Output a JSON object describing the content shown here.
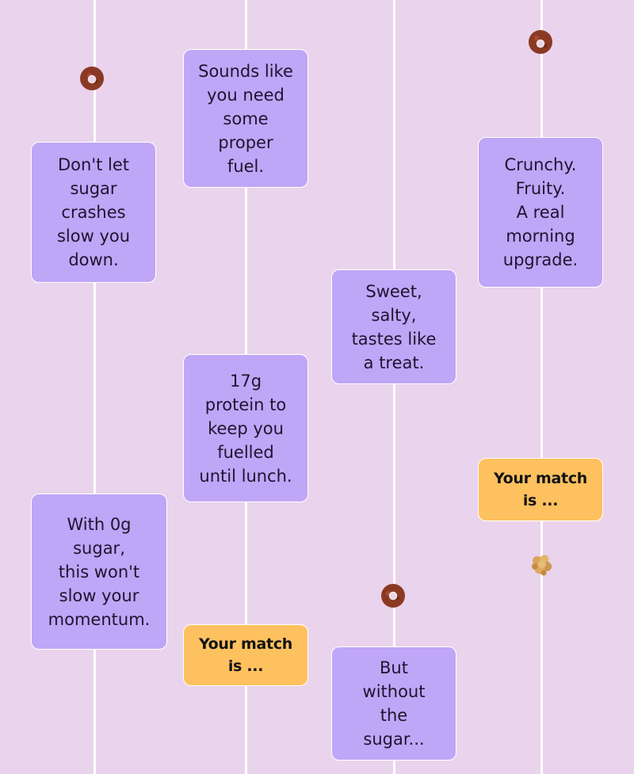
{
  "colors": {
    "background": "#ead3ec",
    "track": "#ffffff",
    "card_purple": "#bfa6f7",
    "card_yellow": "#fec15f",
    "cereal_ring": "#8a3a24",
    "cereal_cluster": "#d9a45a"
  },
  "columns": [
    {
      "cards": [
        {
          "text": "Don't let\nsugar\ncrashes\nslow you\ndown."
        },
        {
          "text": "With 0g\nsugar,\nthis won't\nslow your\nmomentum."
        }
      ]
    },
    {
      "cards": [
        {
          "text": "Sounds like\nyou need\nsome\nproper\nfuel."
        },
        {
          "text": "17g\nprotein to\nkeep you\nfuelled\nuntil lunch."
        },
        {
          "text": "Your match\nis ..."
        }
      ]
    },
    {
      "cards": [
        {
          "text": "Sweet,\nsalty,\ntastes like\na treat."
        },
        {
          "text": "But\nwithout\nthe\nsugar..."
        }
      ]
    },
    {
      "cards": [
        {
          "text": "Crunchy.\nFruity.\nA real\nmorning\nupgrade."
        },
        {
          "text": "Your match\nis ..."
        }
      ]
    }
  ],
  "icons": {
    "ring": "cereal-ring-icon",
    "cluster": "granola-cluster-icon"
  }
}
